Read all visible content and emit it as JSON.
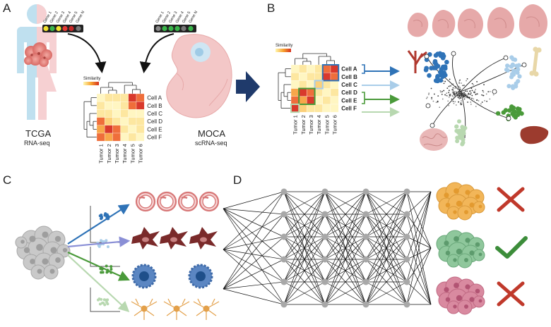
{
  "panels": {
    "a": "A",
    "b": "B",
    "c": "C",
    "d": "D"
  },
  "panel_a": {
    "source_left": "TCGA",
    "source_left_sub": "RNA-seq",
    "source_right": "MOCA",
    "source_right_sub": "scRNA-seq",
    "genes": [
      "Gene 1",
      "Gene 2",
      "Gene 3",
      "Gene 4",
      "Gene 5",
      "Gene N"
    ],
    "similarity_label": "Similarity",
    "cells": [
      "Cell A",
      "Cell B",
      "Cell C",
      "Cell D",
      "Cell E",
      "Cell F"
    ],
    "tumors": [
      "Tumor 1",
      "Tumor 2",
      "Tumor 3",
      "Tumor 4",
      "Tumor 5",
      "Tumor 6"
    ]
  },
  "panel_b": {
    "similarity_label": "Similarity",
    "cells": [
      "Cell A",
      "Cell B",
      "Cell C",
      "Cell D",
      "Cell E",
      "Cell F"
    ],
    "tumors": [
      "Tumor 1",
      "Tumor 2",
      "Tumor 3",
      "Tumor 4",
      "Tumor 5",
      "Tumor 6"
    ]
  },
  "colors": {
    "blue": "#2f73b7",
    "light_blue": "#a9cde9",
    "green": "#4a9a3a",
    "light_green": "#b8d8b0",
    "red_x": "#c0392b",
    "check": "#3c8d3a",
    "arrow_navy": "#1f3a6b"
  }
}
